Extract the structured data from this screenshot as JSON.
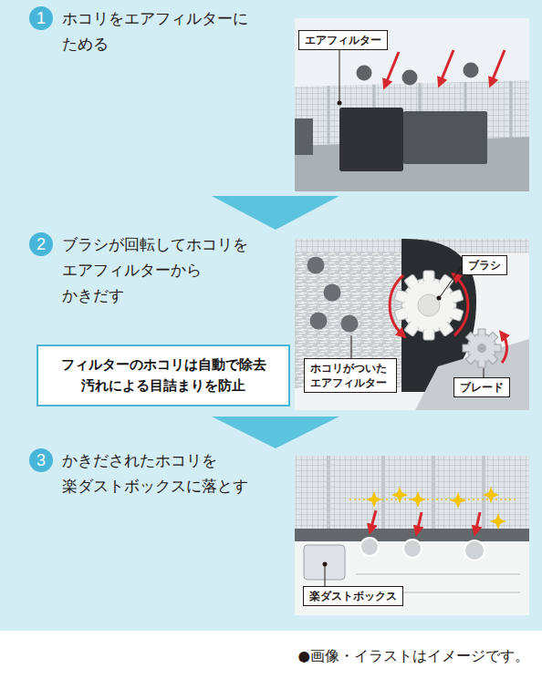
{
  "diagram": {
    "nodes": [
      {
        "text": [
          "1"
        ]
      },
      {
        "text": [
          "エアフィルター"
        ]
      },
      {
        "text": [
          "2"
        ]
      },
      {
        "text": [
          "フィルターのホコリは自動で除去 汚れによる目詰まりを防止"
        ]
      },
      {
        "text": [
          "ブラシ"
        ]
      },
      {
        "text": [
          "ホコリがついた エアフィルター"
        ]
      },
      {
        "text": [
          "ブレード"
        ]
      },
      {
        "text": [
          "3"
        ]
      },
      {
        "text": [
          "楽ダストボックス"
        ]
      }
    ],
    "labels": [
      "ホコリをエアフィルターに ためる",
      "ブラシが回転してホコリを エアフィルターから かきだす",
      "かきだされたホコリを 楽ダストボックスに落とす",
      "●画像・イラストはイメージです。"
    ]
  }
}
